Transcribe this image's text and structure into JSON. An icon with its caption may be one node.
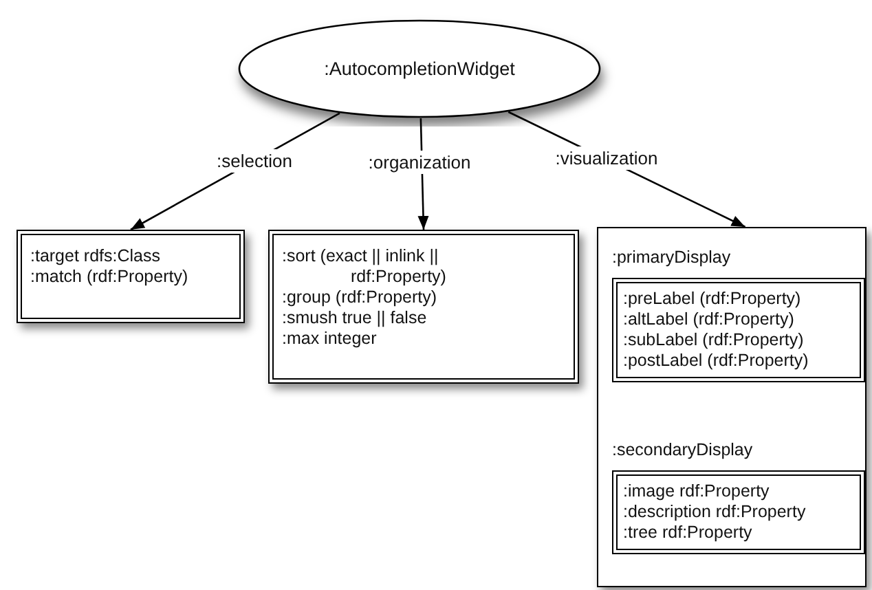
{
  "diagram": {
    "nodes": [
      {
        "text": [
          ":AutocompletionWidget"
        ]
      },
      {
        "text": [
          ":target rdfs:Class",
          ":match (rdf:Property)"
        ]
      },
      {
        "text": [
          ":sort (exact || inlink || rdf:Property)",
          ":group (rdf:Property)",
          ":smush true || false",
          ":max integer"
        ]
      },
      {
        "text": [],
        "shape": "box"
      },
      {
        "text": [
          ":primaryDisplay",
          ":preLabel (rdf:Property)",
          ":altLabel (rdf:Property)",
          ":subLabel (rdf:Property)",
          ":postLabel (rdf:Property)"
        ],
        "in": 3
      },
      {
        "text": [
          ":secondaryDisplay",
          ":image rdf:Property",
          ":description rdf:Property",
          ":tree rdf:Property"
        ],
        "in": 3
      }
    ],
    "edges": [
      {
        "from": 0,
        "to": 1,
        "arrow": "to",
        "label": ":selection"
      },
      {
        "from": 0,
        "to": 2,
        "arrow": "to",
        "label": ":organization"
      },
      {
        "from": 0,
        "to": 3,
        "arrow": "to",
        "label": ":visualization"
      }
    ]
  }
}
